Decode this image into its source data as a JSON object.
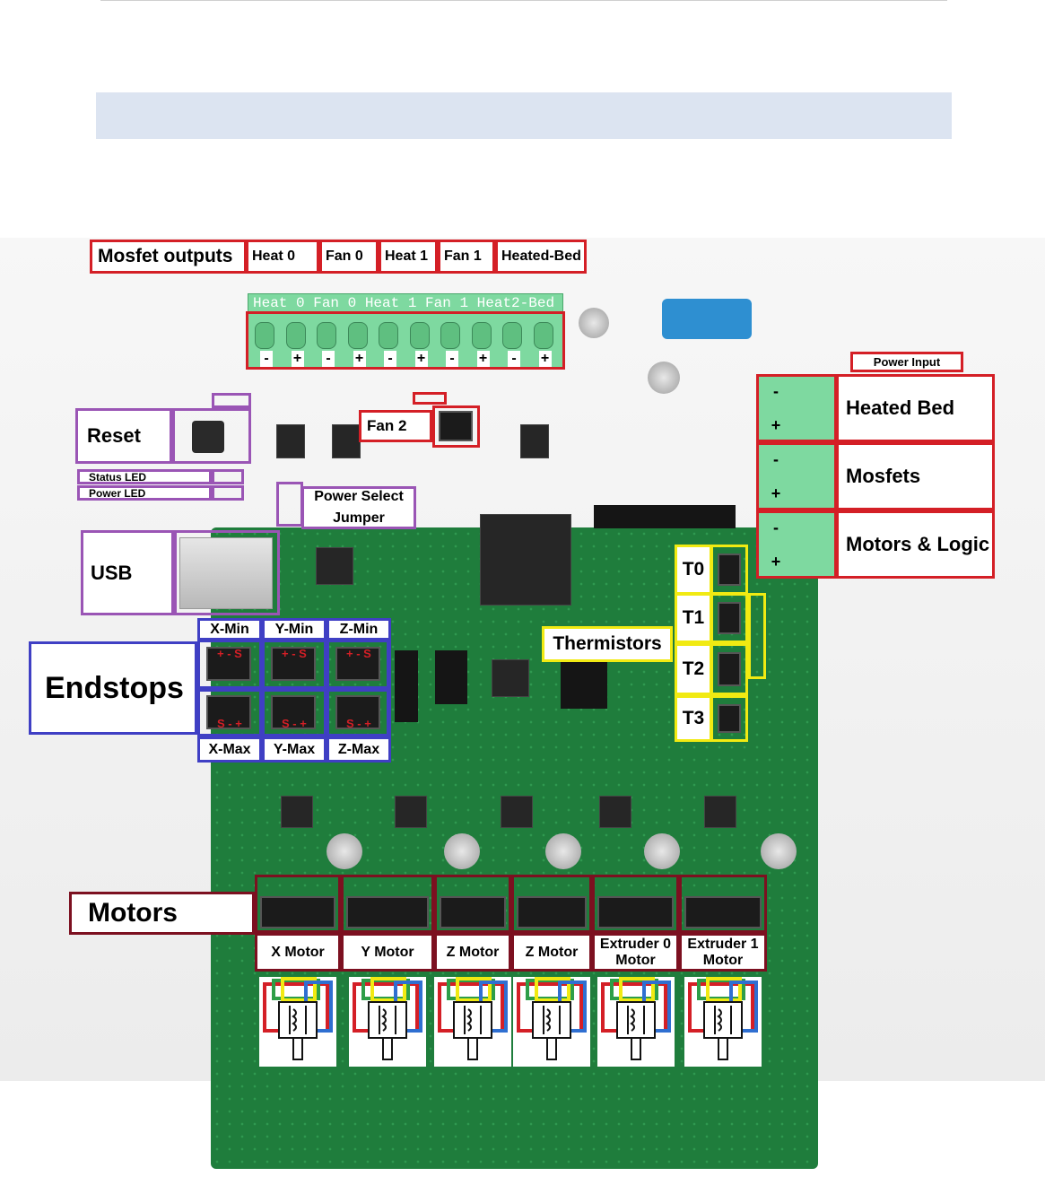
{
  "mosfet": {
    "title": "Mosfet outputs",
    "outputs": [
      "Heat 0",
      "Fan 0",
      "Heat 1",
      "Fan 1",
      "Heated-Bed"
    ],
    "silkscreen": "Heat 0 Fan 0 Heat 1 Fan 1 Heat2-Bed",
    "polarity": [
      "-",
      "+",
      "-",
      "+",
      "-",
      "+",
      "-",
      "+",
      "-",
      "+"
    ]
  },
  "power": {
    "title": "Power Input",
    "rows": [
      {
        "sign": "-",
        "label": "Heated Bed"
      },
      {
        "sign": "+",
        "label": ""
      },
      {
        "sign": "-",
        "label": "Mosfets"
      },
      {
        "sign": "+",
        "label": ""
      },
      {
        "sign": "-",
        "label": "Motors & Logic"
      },
      {
        "sign": "+",
        "label": ""
      }
    ]
  },
  "left": {
    "reset": "Reset",
    "status_led": "Status LED",
    "power_led": "Power LED",
    "usb": "USB",
    "power_select": "Power Select Jumper",
    "fan2": "Fan 2"
  },
  "endstops": {
    "title": "Endstops",
    "min": [
      "X-Min",
      "Y-Min",
      "Z-Min"
    ],
    "max": [
      "X-Max",
      "Y-Max",
      "Z-Max"
    ],
    "min_pins": "+ - S",
    "max_pins": "S - +"
  },
  "thermistors": {
    "title": "Thermistors",
    "items": [
      "T0",
      "T1",
      "T2",
      "T3"
    ]
  },
  "motors": {
    "title": "Motors",
    "items": [
      "X Motor",
      "Y Motor",
      "Z Motor",
      "Z Motor",
      "Extruder 0 Motor",
      "Extruder 1 Motor"
    ]
  },
  "colors": {
    "red": "#d41f26",
    "purple": "#9a55b5",
    "blue": "#3f3fc4",
    "yellow": "#f1ea12",
    "maroon": "#7c1020",
    "board": "#1f7d3c",
    "terminal": "#7ed9a0"
  }
}
